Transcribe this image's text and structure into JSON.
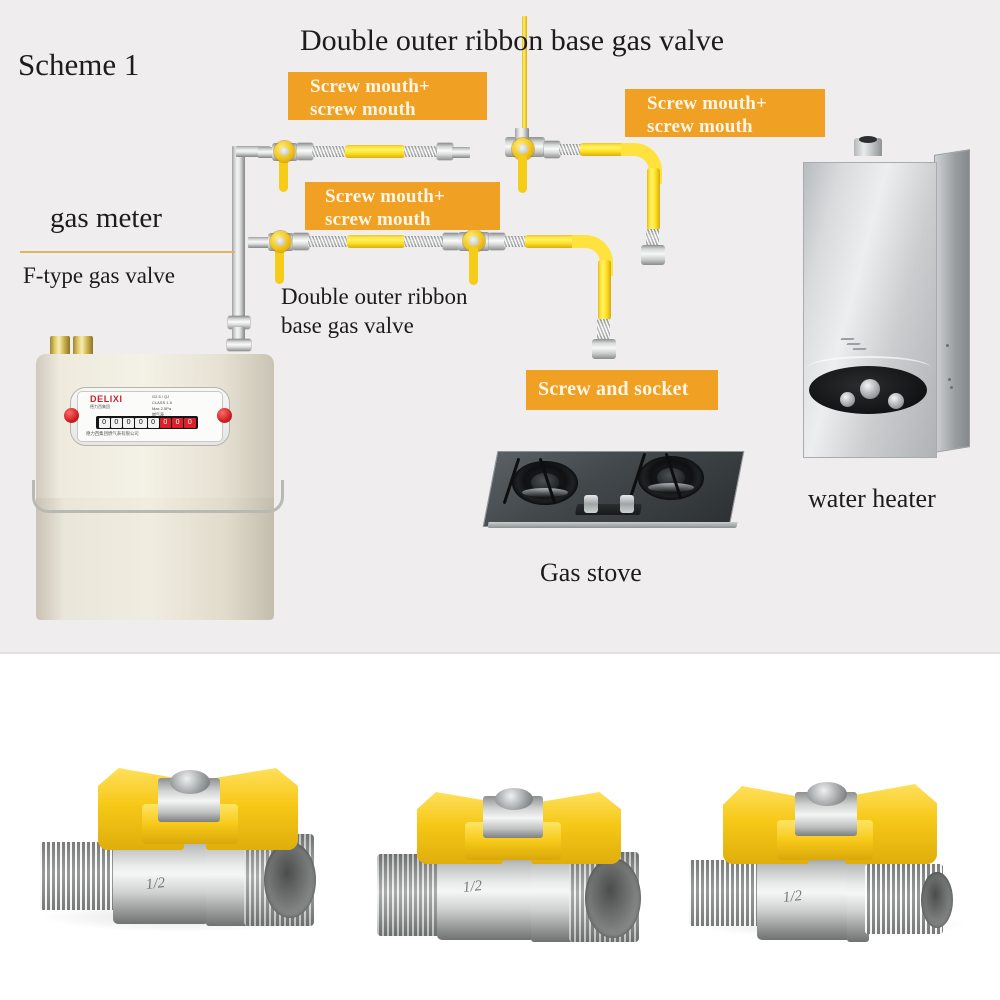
{
  "colors": {
    "panel_bg": "#efedee",
    "bottom_bg": "#ffffff",
    "tag_orange": "#f0a022",
    "tag_text": "#fdf6e8",
    "hose_yellow": "#ffe23d",
    "lever_yellow": "#f5cc18",
    "rule_gold": "#e0b56a",
    "dark_text": "#1c1c1c",
    "meter_red": "#cf1f2a"
  },
  "diagram": {
    "scheme_label": "Scheme 1",
    "main_title": "Double outer ribbon base gas valve",
    "gas_meter_label": "gas meter",
    "f_type_valve_label": "F-type gas valve",
    "double_ribbon_label": "Double outer ribbon\nbase gas valve",
    "gas_stove_label": "Gas stove",
    "water_heater_label": "water heater",
    "tags": [
      {
        "id": "tag-1",
        "text": "Screw mouth+\nscrew mouth"
      },
      {
        "id": "tag-2",
        "text": "Screw mouth+\nscrew mouth"
      },
      {
        "id": "tag-3",
        "text": "Screw mouth+\nscrew mouth"
      },
      {
        "id": "tag-4",
        "text": "Screw and socket"
      }
    ]
  },
  "gas_meter": {
    "brand": "DELIXI",
    "brand_sub": "德力西集团",
    "spec_lines": "G2.5 / QJ\nCLASS 1.5\nMax 2.5Pa\n燃气表",
    "counter_digits": [
      "0",
      "0",
      "0",
      "0",
      "0",
      "0",
      "0",
      "0"
    ],
    "counter_red_from": 5,
    "footer_text": "德力西集团燃气表有限公司"
  },
  "ball_valves": [
    {
      "name": "male-female-ball-valve",
      "size": "1/2",
      "left_end": "male-thread",
      "right_end": "female-thread"
    },
    {
      "name": "female-female-ball-valve",
      "size": "1/2",
      "left_end": "female-thread",
      "right_end": "female-thread"
    },
    {
      "name": "male-male-ball-valve",
      "size": "1/2",
      "left_end": "male-thread",
      "right_end": "male-thread"
    }
  ]
}
